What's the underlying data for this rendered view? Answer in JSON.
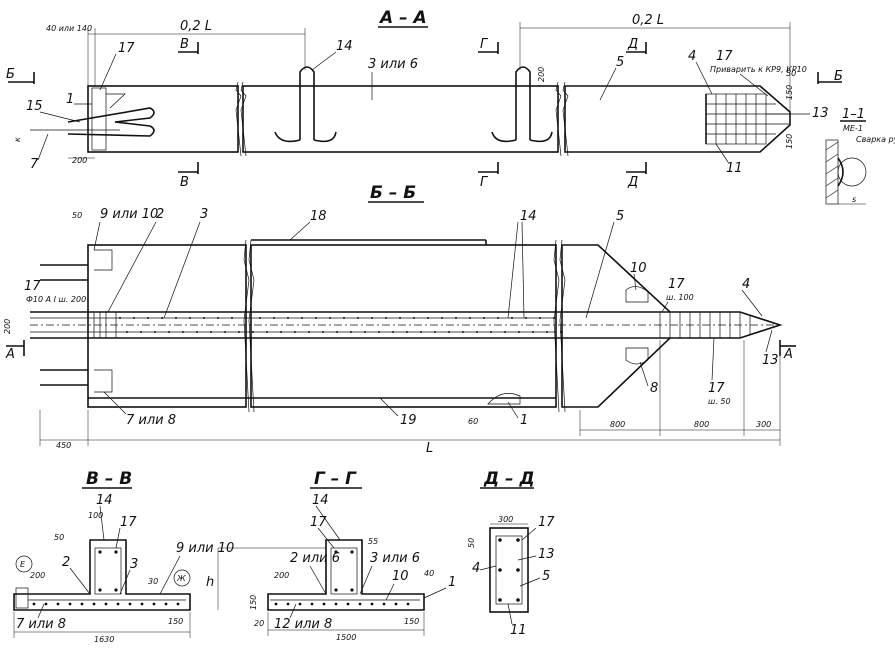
{
  "sections": {
    "aa": "А – А",
    "bb": "Б – Б",
    "vv": "В – В",
    "gg": "Г – Г",
    "dd": "Д – Д",
    "s11": "1–1"
  },
  "cuts": {
    "b": "Б",
    "a": "А",
    "v": "В",
    "g": "Г",
    "d": "Д"
  },
  "dims": {
    "d40_140": "40 или 140",
    "d02L": "0,2 L",
    "d200": "200",
    "d50": "50",
    "d150": "150",
    "d450": "450",
    "dL": "L",
    "d60": "60",
    "d800": "800",
    "d300": "300",
    "d100": "100",
    "d55": "55",
    "d30": "30",
    "d40": "40",
    "d20": "20",
    "d1630": "1630",
    "d1500": "1500",
    "dh": "h",
    "dk": "к",
    "ds": "s"
  },
  "labels": {
    "p1": "1",
    "p2": "2",
    "p3": "3",
    "p4": "4",
    "p5": "5",
    "p7": "7",
    "p8": "8",
    "p10": "10",
    "p11": "11",
    "p13": "13",
    "p14": "14",
    "p15": "15",
    "p17": "17",
    "p18": "18",
    "p19": "19",
    "p3or6": "3 или 6",
    "p9or10": "9 или 10",
    "p7or8": "7 или 8",
    "p2or6": "2 или 6",
    "p12or8": "12 или 8",
    "phi10": "Ф10 А I ш. 200",
    "sh100": "ш. 100",
    "sh50": "ш. 50",
    "weld_note": "Приварить к КР9, КР10",
    "weld_manual": "Сварка ручная дуговая",
    "me1": "МЕ-1",
    "mark_e": "Е",
    "mark_zh": "Ж"
  }
}
